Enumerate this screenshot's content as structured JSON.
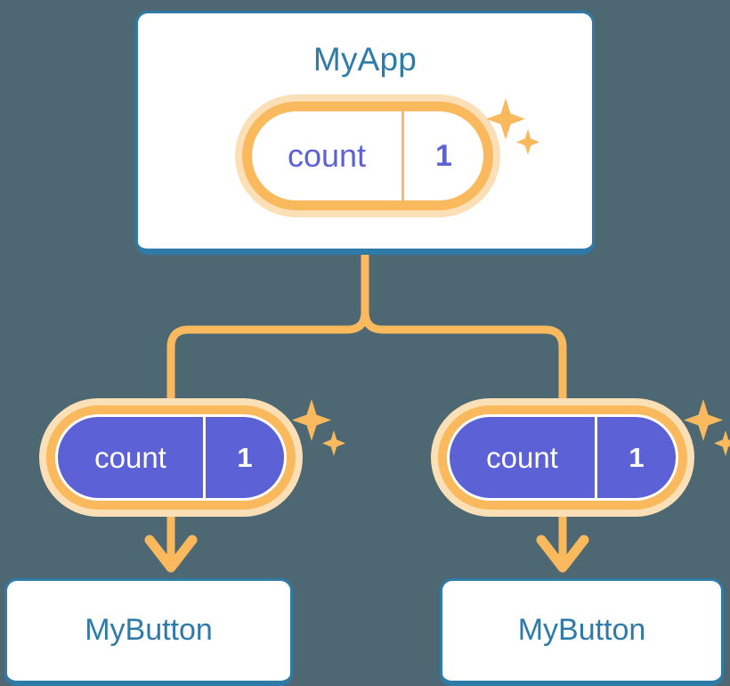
{
  "diagram": {
    "title_text": "MyApp",
    "background_color": "#4d6873",
    "accent_blue": "#2f7ba8",
    "accent_orange": "#f9b95c",
    "accent_orange_light": "#fbe0b7",
    "accent_purple": "#5c61d6",
    "white": "#ffffff"
  },
  "root_component": {
    "name": "MyApp",
    "state": {
      "key": "count",
      "value": "1"
    },
    "sparkle_label": "sparkle-icon"
  },
  "children": [
    {
      "name": "MyButton",
      "state": {
        "key": "count",
        "value": "1"
      },
      "sparkle_label": "sparkle-icon"
    },
    {
      "name": "MyButton",
      "state": {
        "key": "count",
        "value": "1"
      },
      "sparkle_label": "sparkle-icon"
    }
  ]
}
